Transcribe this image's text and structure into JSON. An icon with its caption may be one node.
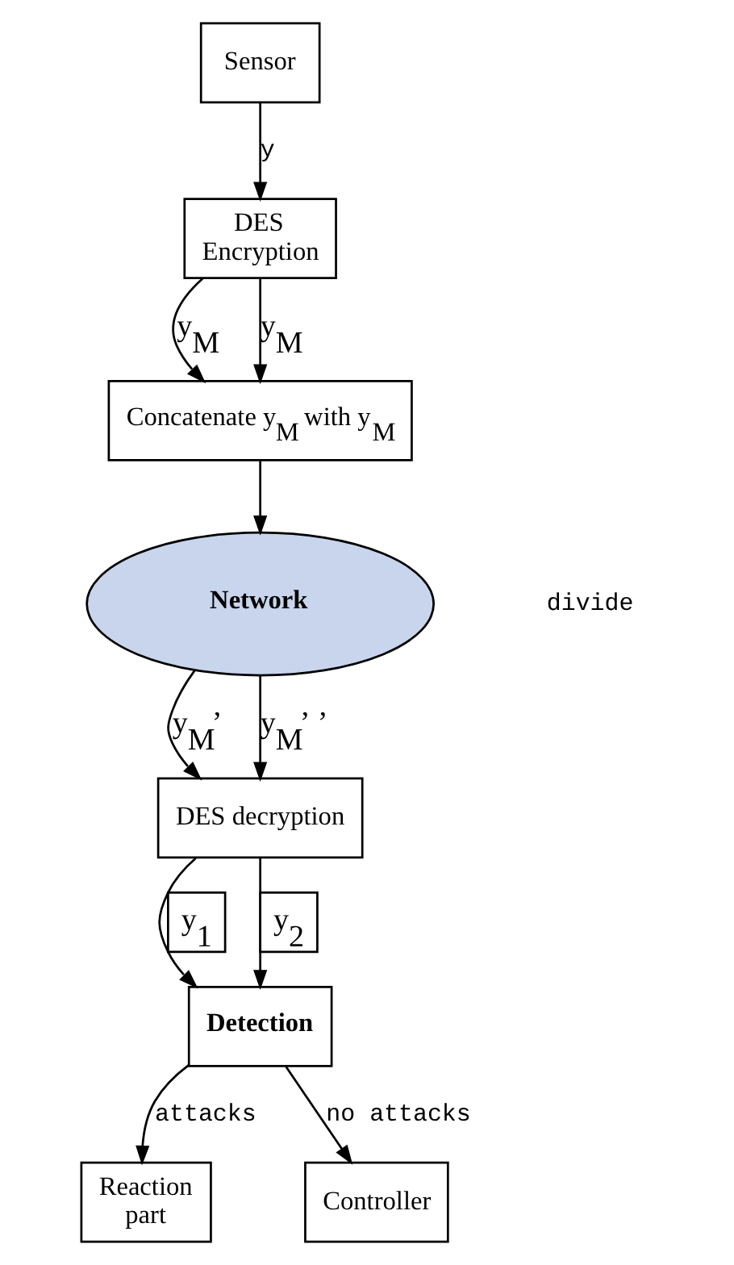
{
  "diagram": {
    "nodes": [
      {
        "text": [
          "Sensor"
        ]
      },
      {
        "text": [
          "DES Encryption"
        ]
      },
      {
        "text": [
          "Concatenate y$_{M}$ with y$_{M}$"
        ]
      },
      {
        "text": [
          "Network"
        ]
      },
      {
        "text": [
          "DES decryption"
        ]
      },
      {
        "text": [
          "Detection"
        ]
      },
      {
        "text": [
          "Reaction part"
        ]
      },
      {
        "text": [
          "Controller"
        ]
      }
    ],
    "edges": [
      {
        "from": 0,
        "to": 1,
        "arrow": "to",
        "label": "y"
      },
      {
        "from": 1,
        "to": 2,
        "arrow": "to",
        "label": "y$_{M}$"
      },
      {
        "from": 1,
        "to": 2,
        "arrow": "to",
        "label": "y$_{M}$"
      },
      {
        "from": 2,
        "to": 3,
        "arrow": "to"
      },
      {
        "from": 3,
        "to": 4,
        "arrow": "to",
        "label": "y$_{M}$’"
      },
      {
        "from": 3,
        "to": 4,
        "arrow": "to",
        "label": "y$_{M}$’ ’"
      },
      {
        "from": 4,
        "to": 5,
        "arrow": "to",
        "label": "y$_{1}$"
      },
      {
        "from": 4,
        "to": 5,
        "arrow": "to",
        "label": "y$_{2}$"
      },
      {
        "from": 5,
        "to": 6,
        "arrow": "to",
        "label": "attacks"
      },
      {
        "from": 5,
        "to": 7,
        "arrow": "to",
        "label": "no attacks"
      }
    ],
    "labels": [
      "divide"
    ]
  }
}
